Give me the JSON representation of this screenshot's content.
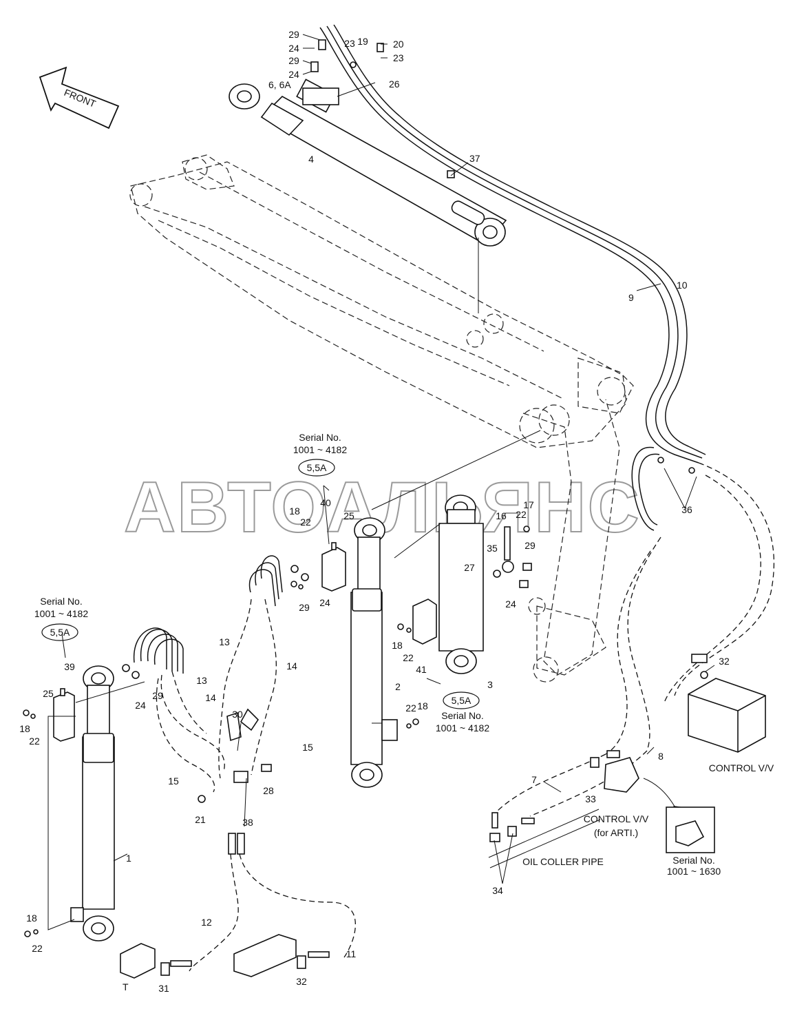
{
  "watermark": "АВТОАЛЬЯНС",
  "front_arrow_label": "FRONT",
  "serial_notes": {
    "upper_center": {
      "line1": "Serial No.",
      "line2": "1001 ~ 4182",
      "badge": "5,5A"
    },
    "left": {
      "line1": "Serial No.",
      "line2": "1001 ~ 4182",
      "badge": "5,5A"
    },
    "right_center": {
      "line1": "Serial No.",
      "line2": "1001 ~ 4182",
      "badge": "5,5A"
    },
    "arti_inset": {
      "line1": "Serial No.",
      "line2": "1001 ~ 1630"
    }
  },
  "captions": {
    "control_vv": "CONTROL V/V",
    "control_vv_arti_1": "CONTROL V/V",
    "control_vv_arti_2": "(for ARTI.)",
    "oil_cooler_pipe": "OIL COLLER PIPE",
    "tank_port": "T"
  },
  "part_numbers": {
    "p1": "1",
    "p2": "2",
    "p3": "3",
    "p4": "4",
    "p6": "6, 6A",
    "p7": "7",
    "p8": "8",
    "p9": "9",
    "p10": "10",
    "p11": "11",
    "p12": "12",
    "p13a": "13",
    "p13b": "13",
    "p14a": "14",
    "p14b": "14",
    "p15a": "15",
    "p15b": "15",
    "p16": "16",
    "p17": "17",
    "p18a": "18",
    "p18b": "18",
    "p18c": "18",
    "p18d": "18",
    "p18e": "18",
    "p19": "19",
    "p20": "20",
    "p21": "21",
    "p22a": "22",
    "p22b": "22",
    "p22c": "22",
    "p22d": "22",
    "p22e": "22",
    "p22f": "22",
    "p23a": "23",
    "p23b": "23",
    "p24a": "24",
    "p24b": "24",
    "p24c": "24",
    "p24d": "24",
    "p24e": "24",
    "p25a": "25",
    "p25b": "25",
    "p26": "26",
    "p27": "27",
    "p28": "28",
    "p29a": "29",
    "p29b": "29",
    "p29c": "29",
    "p29d": "29",
    "p29e": "29",
    "p30": "30",
    "p31": "31",
    "p32a": "32",
    "p32b": "32",
    "p33": "33",
    "p34": "34",
    "p35": "35",
    "p36": "36",
    "p37": "37",
    "p38": "38",
    "p39": "39",
    "p40": "40",
    "p41": "41"
  }
}
